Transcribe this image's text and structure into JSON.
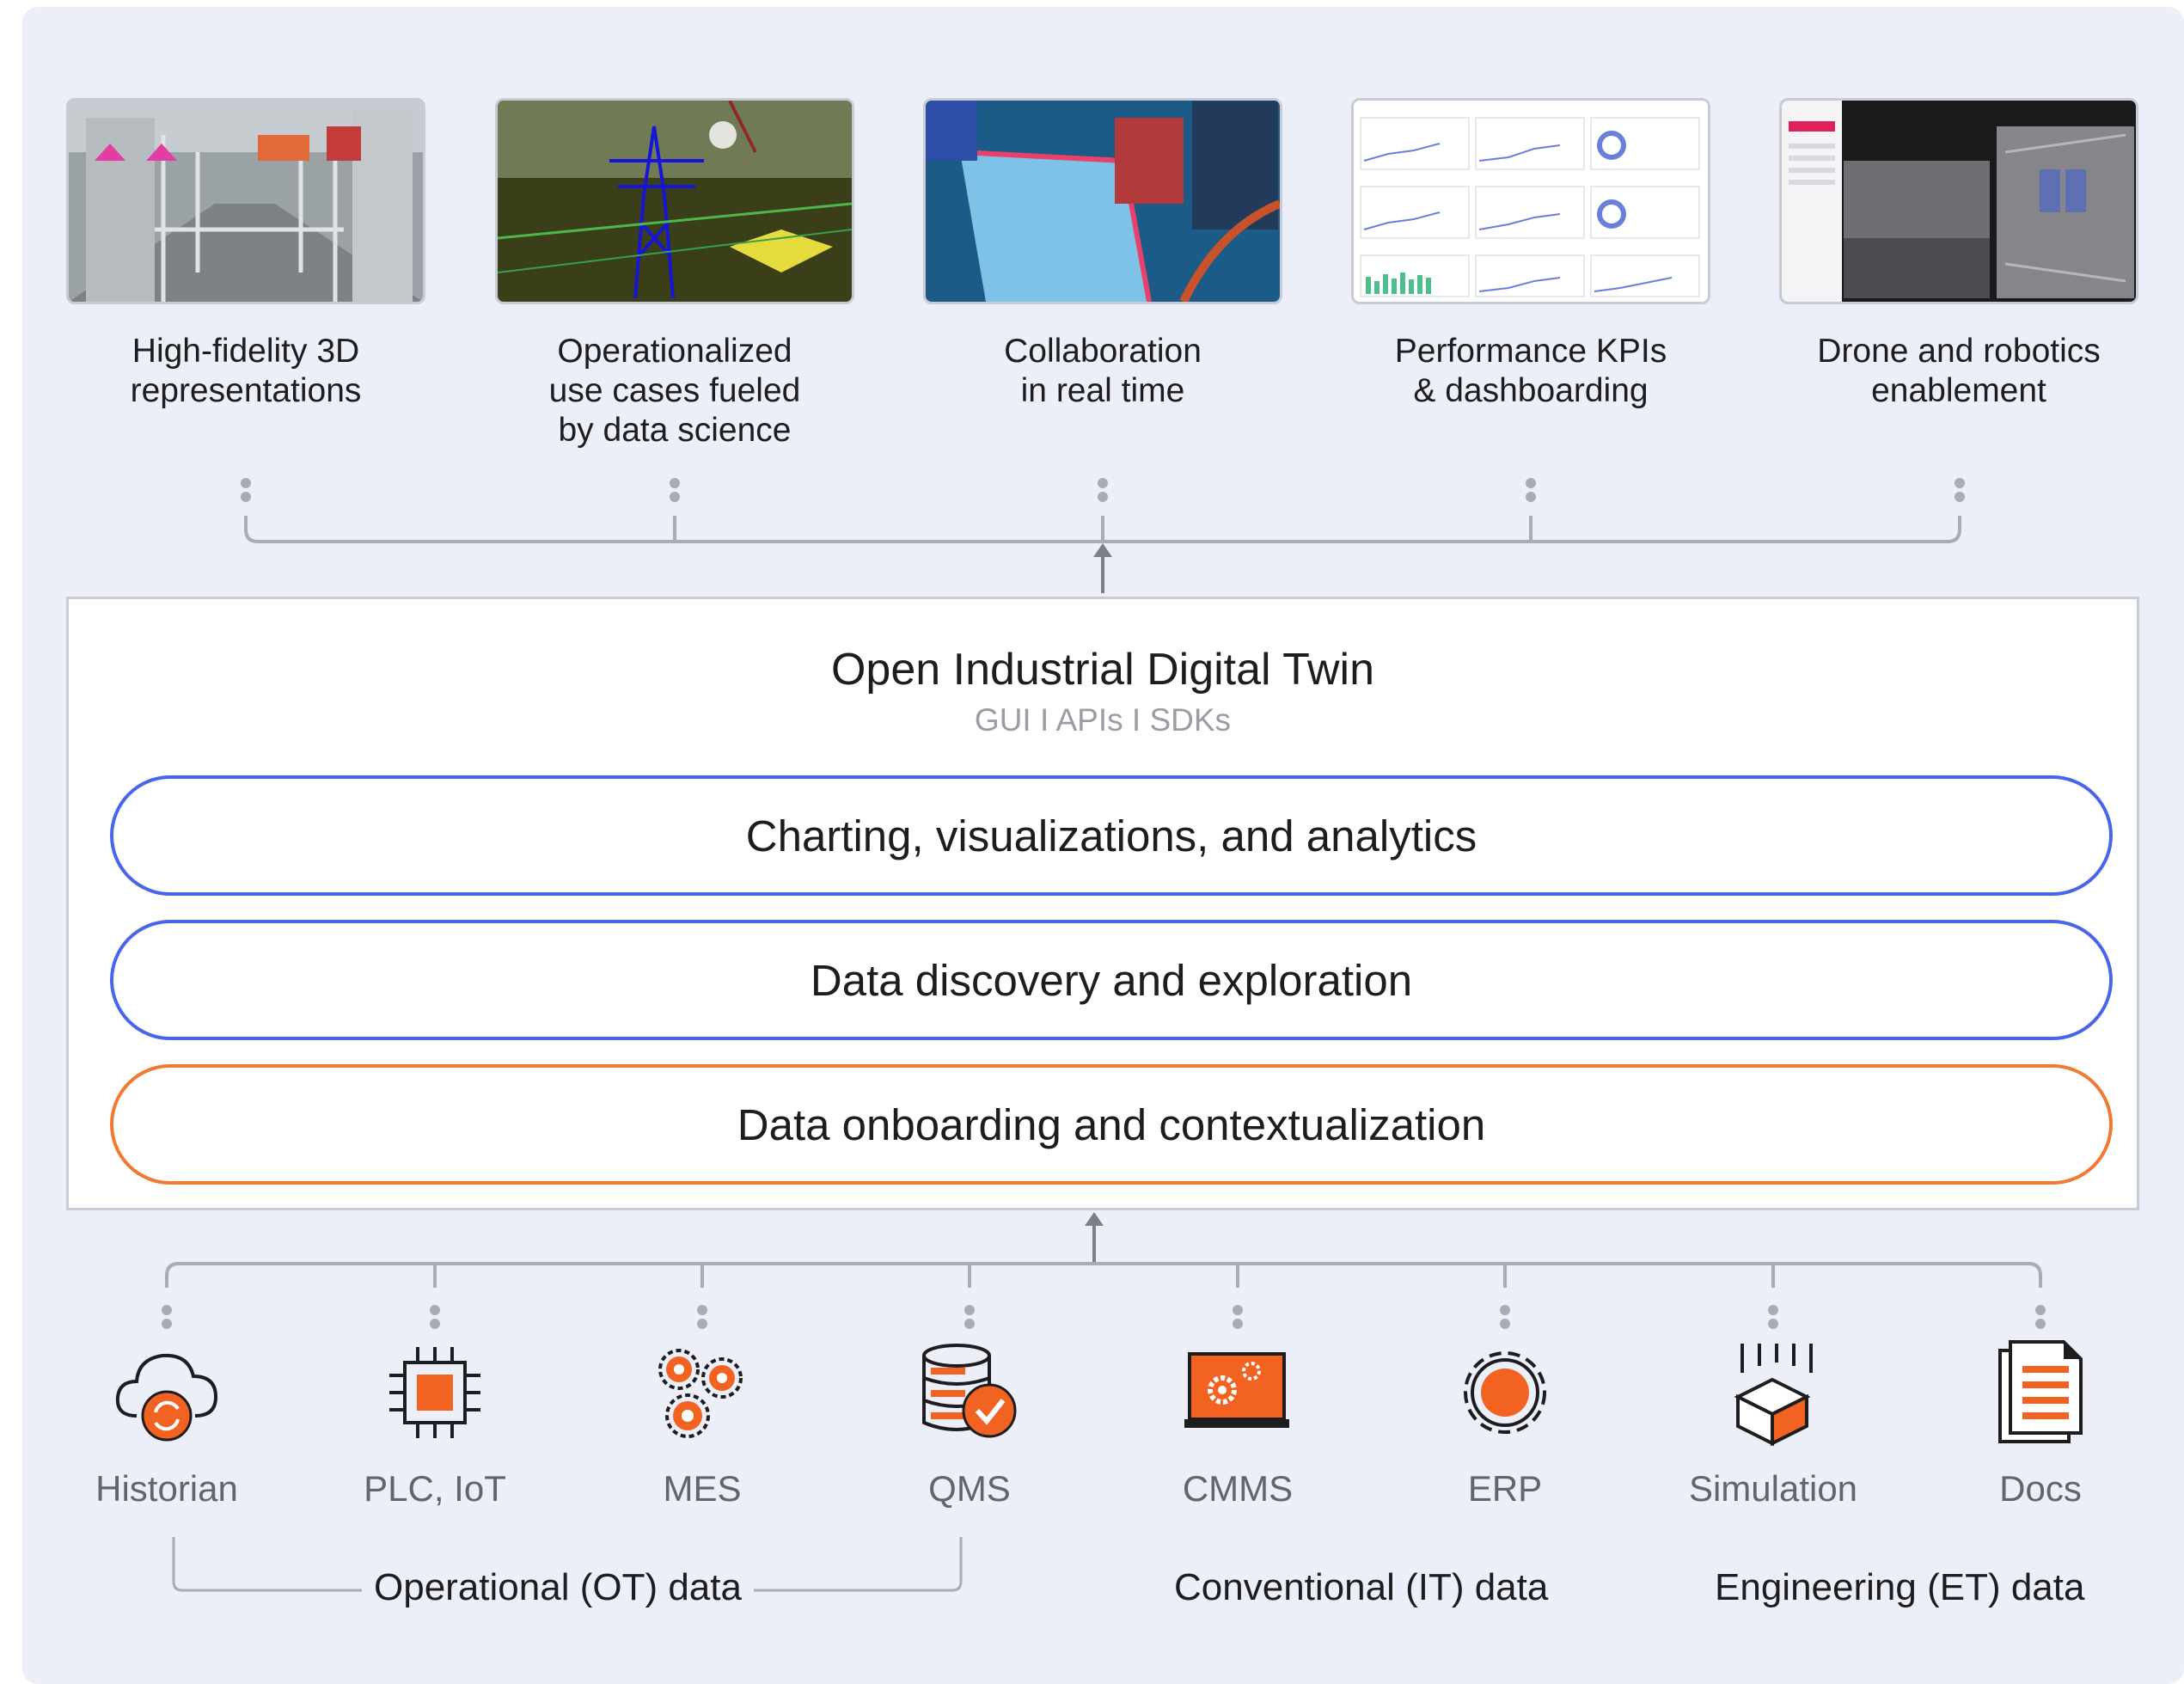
{
  "top_features": [
    {
      "line1": "High-fidelity 3D",
      "line2": "representations",
      "line3": ""
    },
    {
      "line1": "Operationalized",
      "line2": "use cases fueled",
      "line3": "by data science"
    },
    {
      "line1": "Collaboration",
      "line2": "in real time",
      "line3": ""
    },
    {
      "line1": "Performance KPIs",
      "line2": "& dashboarding",
      "line3": ""
    },
    {
      "line1": "Drone and robotics",
      "line2": "enablement",
      "line3": ""
    }
  ],
  "twin": {
    "title": "Open Industrial Digital Twin",
    "subtitle": "GUI I APIs I SDKs",
    "layers": [
      "Charting, visualizations, and analytics",
      "Data discovery and exploration",
      "Data onboarding and contextualization"
    ]
  },
  "sources": [
    {
      "label": "Historian",
      "icon": "cloud-sync-icon"
    },
    {
      "label": "PLC, IoT",
      "icon": "chip-icon"
    },
    {
      "label": "MES",
      "icon": "gears-icon"
    },
    {
      "label": "QMS",
      "icon": "database-check-icon"
    },
    {
      "label": "CMMS",
      "icon": "monitor-gear-icon"
    },
    {
      "label": "ERP",
      "icon": "gear-icon"
    },
    {
      "label": "Simulation",
      "icon": "cube-icon"
    },
    {
      "label": "Docs",
      "icon": "document-icon"
    }
  ],
  "groups": {
    "ot": "Operational (OT) data",
    "it": "Conventional (IT) data",
    "et": "Engineering (ET) data"
  },
  "colors": {
    "accent_orange": "#f26322",
    "accent_blue": "#4a66e8",
    "connector_gray": "#a9acb6",
    "panel_bg": "#eceef8"
  }
}
